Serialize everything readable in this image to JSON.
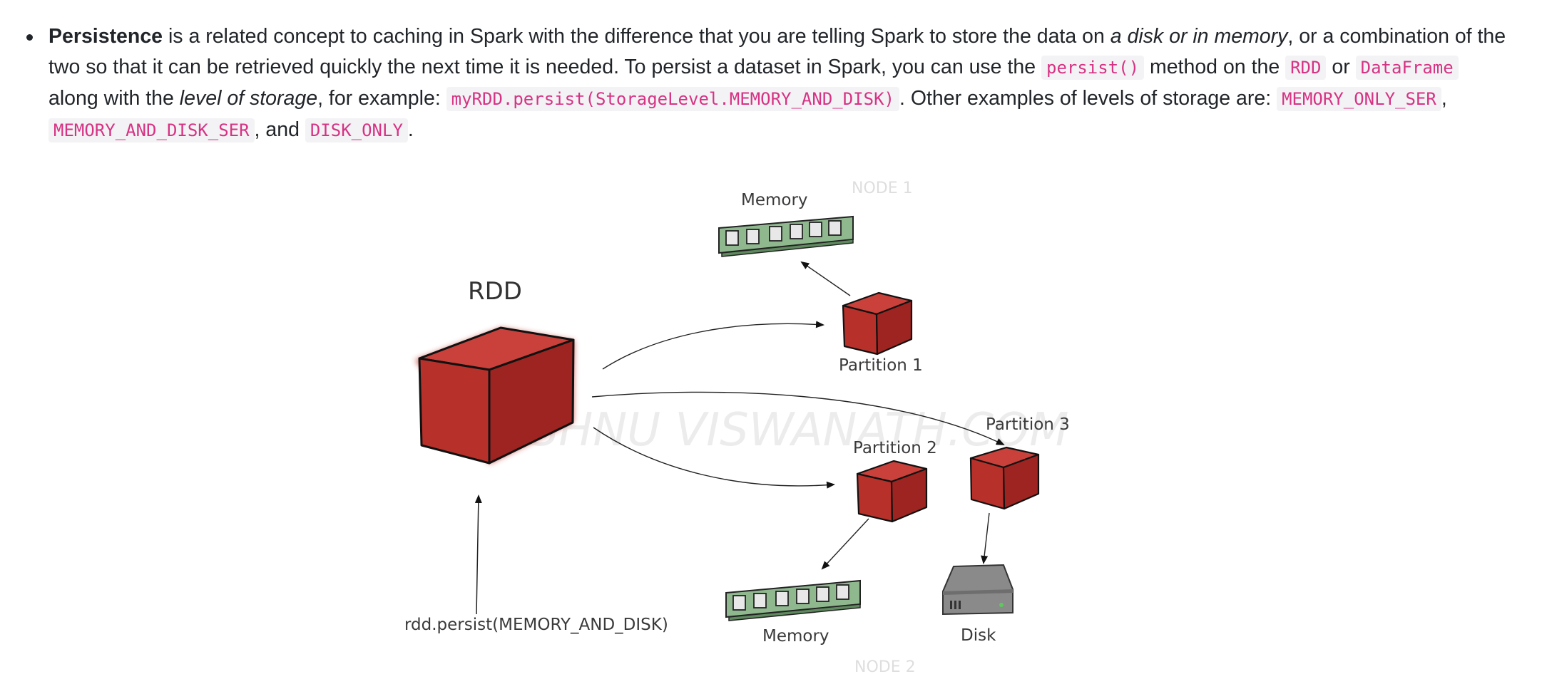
{
  "paragraph": {
    "term": "Persistence",
    "t1": " is a related concept to caching in Spark with the difference that you are telling Spark to store the data on ",
    "em1": "a disk or in memory",
    "t2": ", or a combination of the two so that it can be retrieved quickly the next time it is needed. To persist a dataset in Spark, you can use the ",
    "code_persist": "persist()",
    "t3": " method on the ",
    "code_rdd": "RDD",
    "t4": " or ",
    "code_dataframe": "DataFrame",
    "t5": " along with the ",
    "em2": "level of storage",
    "t6": ", for example: ",
    "code_example": "myRDD.persist(StorageLevel.MEMORY_AND_DISK)",
    "t7": ". Other examples of levels of storage are: ",
    "code_mem_ser": "MEMORY_ONLY_SER",
    "t8": ", ",
    "code_memdisk_ser": "MEMORY_AND_DISK_SER",
    "t9": ", and ",
    "code_disk_only": "DISK_ONLY",
    "t10": "."
  },
  "diagram": {
    "rdd_label": "RDD",
    "node1_label": "NODE 1",
    "node2_label": "NODE 2",
    "memory_top_label": "Memory",
    "memory_bottom_label": "Memory",
    "partition1_label": "Partition 1",
    "partition2_label": "Partition 2",
    "partition3_label": "Partition 3",
    "disk_label": "Disk",
    "command_label": "rdd.persist(MEMORY_AND_DISK)",
    "watermark": "VISHNU VISWANATH.COM",
    "colors": {
      "cube_front": "#b8302a",
      "cube_top": "#c9413a",
      "cube_side": "#9d2420",
      "ram": "#8fb88f",
      "disk": "#8a8a8a"
    }
  }
}
